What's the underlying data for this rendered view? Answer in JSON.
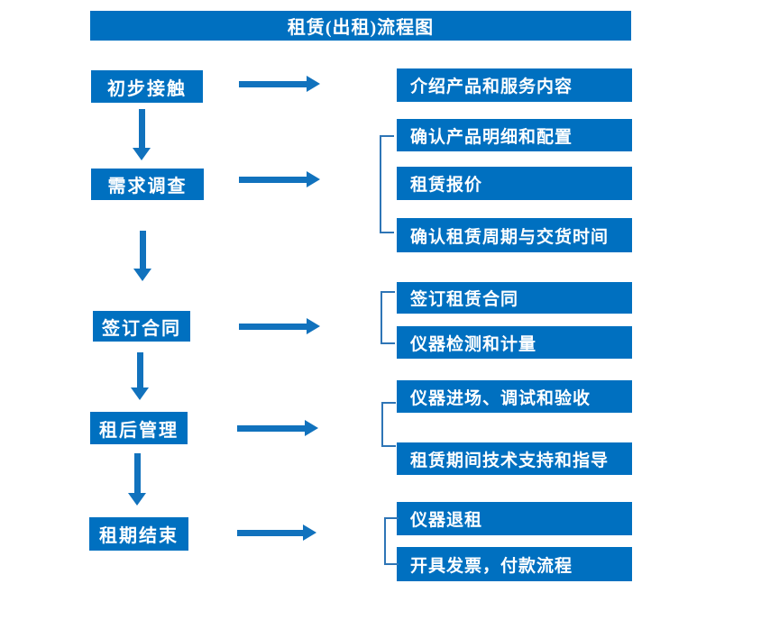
{
  "title": "租赁(出租)流程图",
  "steps": [
    {
      "label": "初步接触",
      "details": [
        "介绍产品和服务内容"
      ]
    },
    {
      "label": "需求调查",
      "details": [
        "确认产品明细和配置",
        "租赁报价",
        "确认租赁周期与交货时间"
      ]
    },
    {
      "label": "签订合同",
      "details": [
        "签订租赁合同",
        "仪器检测和计量"
      ]
    },
    {
      "label": "租后管理",
      "details": [
        "仪器进场、调试和验收",
        "租赁期间技术支持和指导"
      ]
    },
    {
      "label": "租期结束",
      "details": [
        "仪器退租",
        "开具发票，付款流程"
      ]
    }
  ],
  "colors": {
    "box_blue": "#0070C0",
    "arrow_blue": "#1172BD",
    "bracket_blue": "#2E75B6",
    "text_white": "#FFFFFF"
  }
}
